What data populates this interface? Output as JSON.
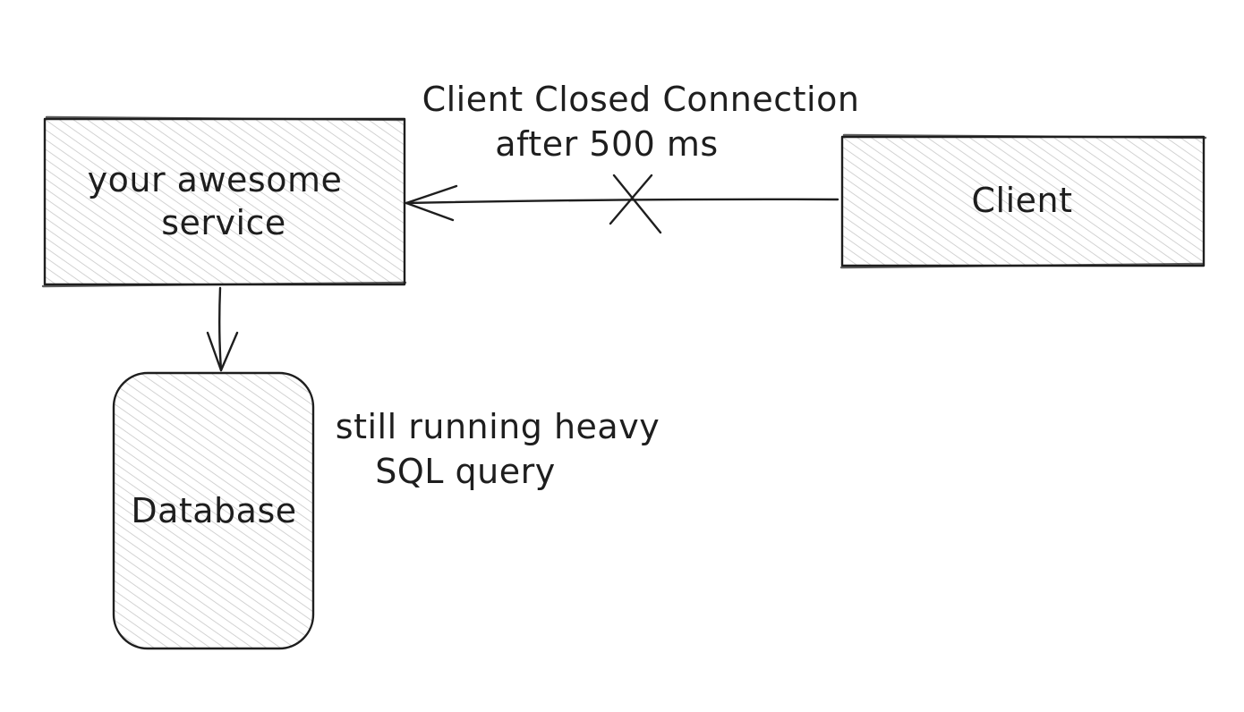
{
  "nodes": {
    "service": {
      "label_line1": "your awesome",
      "label_line2": "service"
    },
    "client": {
      "label": "Client"
    },
    "database": {
      "label": "Database"
    }
  },
  "edges": {
    "client_to_service": {
      "label_line1": "Client Closed Connection",
      "label_line2": "after 500 ms",
      "broken": true
    },
    "service_to_database": {
      "label_line1": "still running heavy",
      "label_line2": "SQL query"
    }
  },
  "colors": {
    "stroke": "#1e1e1e",
    "hatch": "#c8c8c8",
    "background": "#ffffff"
  }
}
